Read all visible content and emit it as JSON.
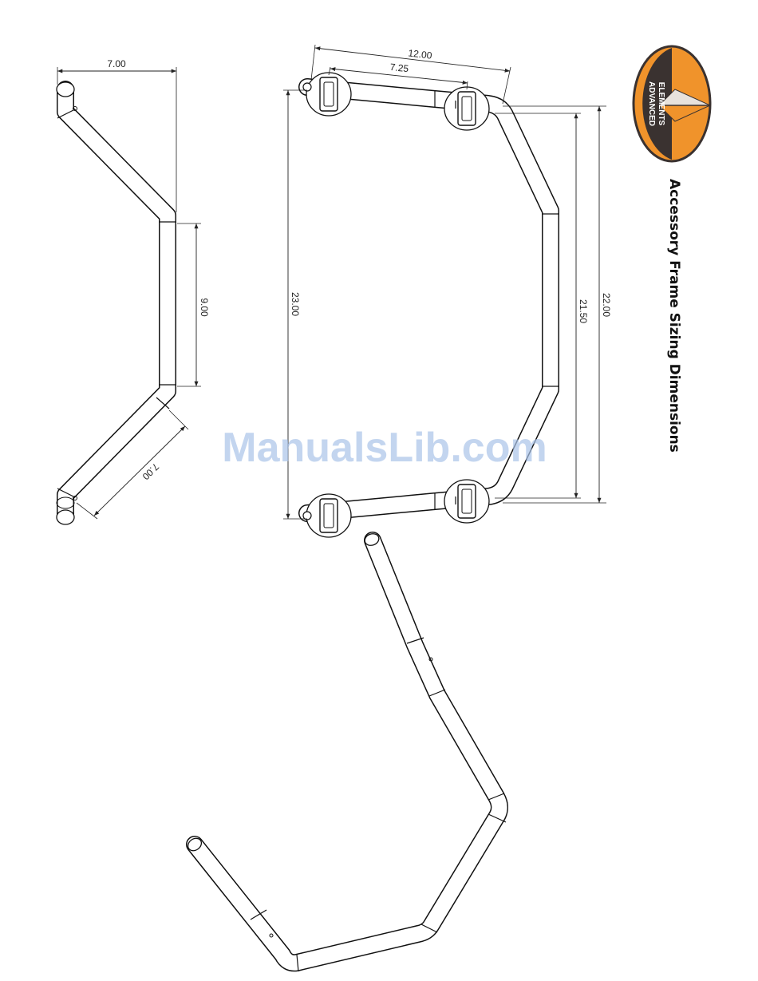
{
  "title": "Accessory Frame Sizing Dimensions",
  "watermark": "ManualsLib.com",
  "logo": {
    "brand_line1": "ADVANCED",
    "brand_line2": "ELEMENTS",
    "colors": {
      "orange": "#f0932b",
      "dark": "#3a3230",
      "accent": "#e8e2dc"
    }
  },
  "dimensions": {
    "side_view": {
      "top_span": "7.00",
      "center_span": "9.00",
      "arm_length": "7.00"
    },
    "top_view": {
      "overall_width": "12.00",
      "mount_width": "7.25",
      "overall_length": "23.00",
      "inner_length": "21.50",
      "outer_length": "22.00"
    }
  }
}
